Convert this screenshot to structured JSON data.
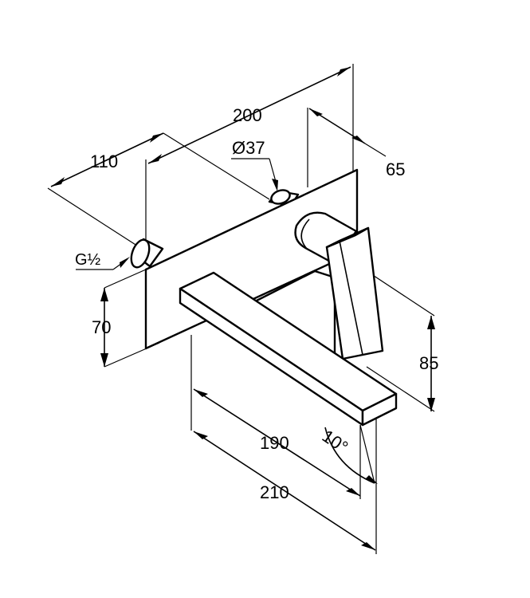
{
  "dimensions": {
    "d200": "200",
    "d110": "110",
    "d65": "65",
    "d37": "Ø37",
    "g12": "G½",
    "d70": "70",
    "d85": "85",
    "d190": "190",
    "d210": "210",
    "angle": "10°"
  }
}
